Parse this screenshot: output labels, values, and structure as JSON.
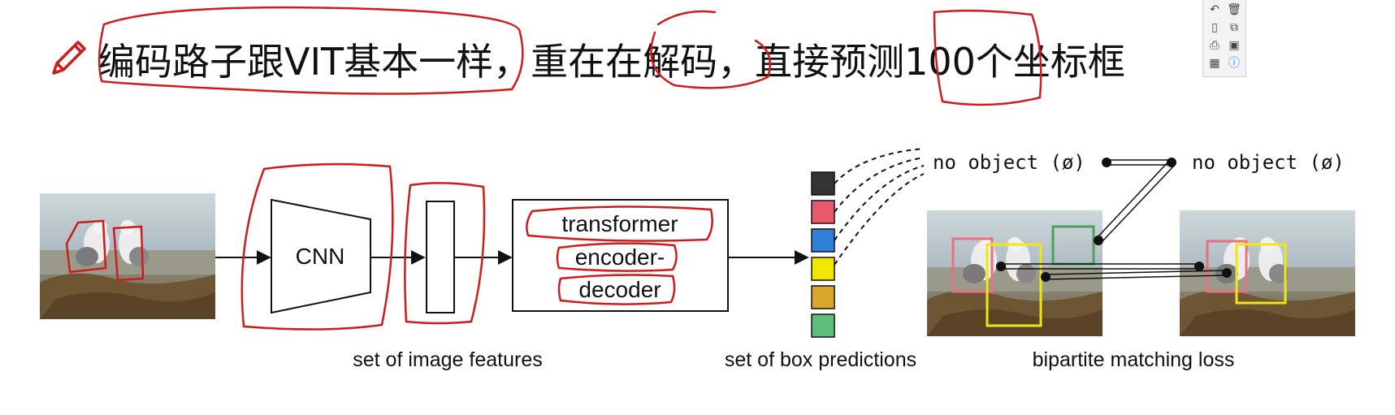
{
  "heading": {
    "text": "编码路子跟VIT基本一样，重在在解码，直接预测100个坐标框"
  },
  "diagram": {
    "cnn_label": "CNN",
    "transformer_lines": [
      "transformer",
      "encoder-",
      "decoder"
    ],
    "caption_features": "set of image features",
    "caption_predictions": "set of box predictions",
    "caption_matching": "bipartite matching loss",
    "no_object_left": "no object (ø)",
    "no_object_right": "no object (ø)",
    "box_colors": [
      "#333333",
      "#e85a6b",
      "#2f7fd6",
      "#f2e600",
      "#d9a72a",
      "#5cbf7a"
    ]
  },
  "colors": {
    "annotation_red": "#d11a1a",
    "pink_box": "#e8707f",
    "yellow_box": "#f0e614",
    "green_box": "#4fa060"
  },
  "toolbar": {
    "icons": [
      "undo-icon",
      "trash-icon",
      "new-page-icon",
      "copy-icon",
      "print-icon",
      "save-icon",
      "image-icon",
      "info-icon"
    ]
  }
}
